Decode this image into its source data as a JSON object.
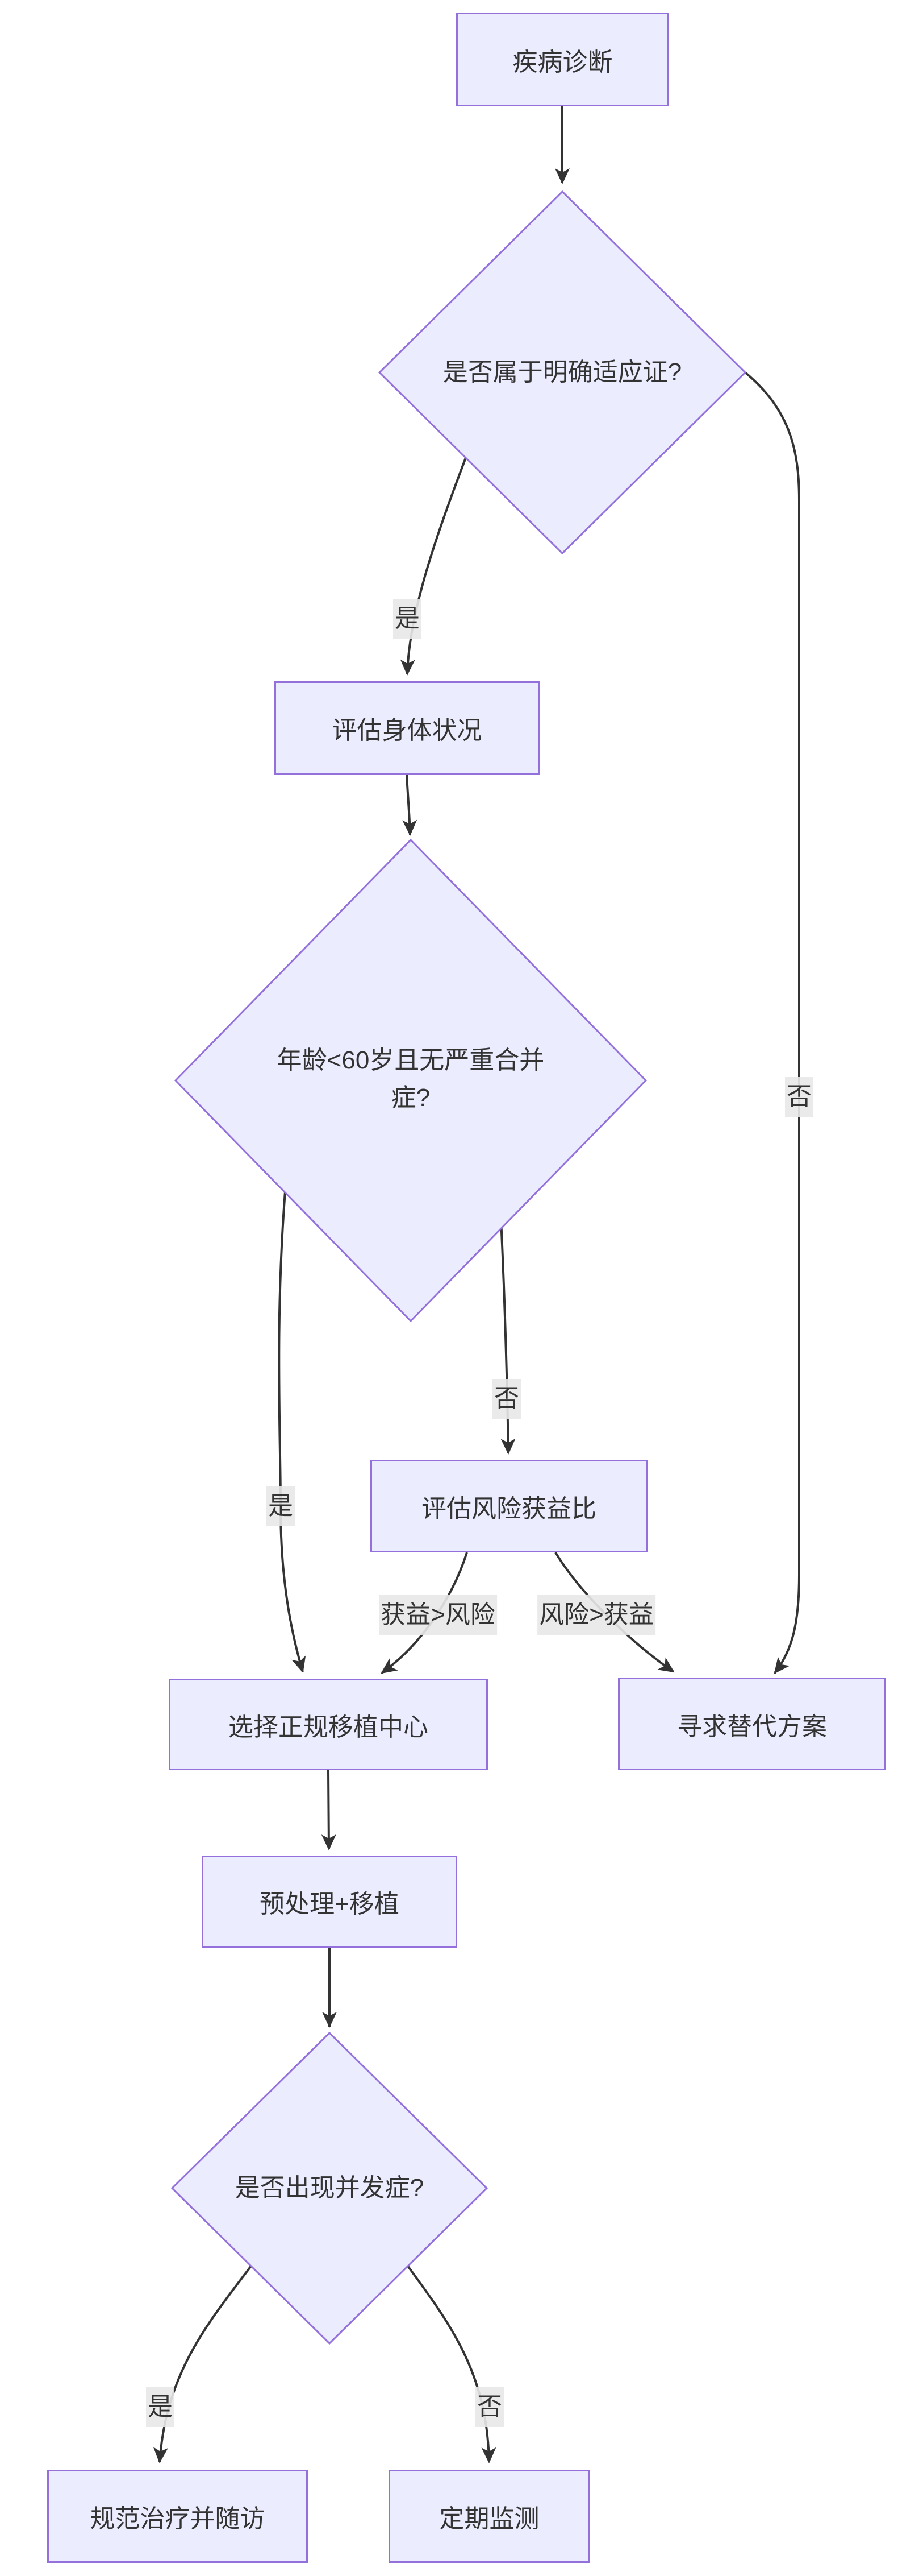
{
  "diagram": {
    "type": "flowchart",
    "direction": "top-down",
    "nodes": [
      {
        "id": "A",
        "shape": "rect",
        "label": "疾病诊断"
      },
      {
        "id": "B",
        "shape": "diamond",
        "label": "是否属于明确适应证?"
      },
      {
        "id": "C",
        "shape": "rect",
        "label": "评估身体状况"
      },
      {
        "id": "D",
        "shape": "diamond",
        "label": "年龄<60岁且无严重合并症?"
      },
      {
        "id": "E",
        "shape": "rect",
        "label": "评估风险获益比"
      },
      {
        "id": "F",
        "shape": "rect",
        "label": "选择正规移植中心"
      },
      {
        "id": "G",
        "shape": "rect",
        "label": "寻求替代方案"
      },
      {
        "id": "H",
        "shape": "rect",
        "label": "预处理+移植"
      },
      {
        "id": "I",
        "shape": "diamond",
        "label": "是否出现并发症?"
      },
      {
        "id": "J",
        "shape": "rect",
        "label": "规范治疗并随访"
      },
      {
        "id": "K",
        "shape": "rect",
        "label": "定期监测"
      }
    ],
    "edges": [
      {
        "from": "疾病诊断",
        "to": "是否属于明确适应证?",
        "label": ""
      },
      {
        "from": "是否属于明确适应证?",
        "to": "评估身体状况",
        "label": "是"
      },
      {
        "from": "是否属于明确适应证?",
        "to": "寻求替代方案",
        "label": "否"
      },
      {
        "from": "评估身体状况",
        "to": "年龄<60岁且无严重合并症?",
        "label": ""
      },
      {
        "from": "年龄<60岁且无严重合并症?",
        "to": "选择正规移植中心",
        "label": "是"
      },
      {
        "from": "年龄<60岁且无严重合并症?",
        "to": "评估风险获益比",
        "label": "否"
      },
      {
        "from": "评估风险获益比",
        "to": "选择正规移植中心",
        "label": "获益>风险"
      },
      {
        "from": "评估风险获益比",
        "to": "寻求替代方案",
        "label": "风险>获益"
      },
      {
        "from": "选择正规移植中心",
        "to": "预处理+移植",
        "label": ""
      },
      {
        "from": "预处理+移植",
        "to": "是否出现并发症?",
        "label": ""
      },
      {
        "from": "是否出现并发症?",
        "to": "规范治疗并随访",
        "label": "是"
      },
      {
        "from": "是否出现并发症?",
        "to": "定期监测",
        "label": "否"
      }
    ],
    "colors": {
      "node_fill": "#ECECFF",
      "node_border": "#9370DB",
      "edge_line": "#333333",
      "edge_label_bg": "#e8e8e8",
      "text": "#333333",
      "background": "#ffffff"
    }
  }
}
